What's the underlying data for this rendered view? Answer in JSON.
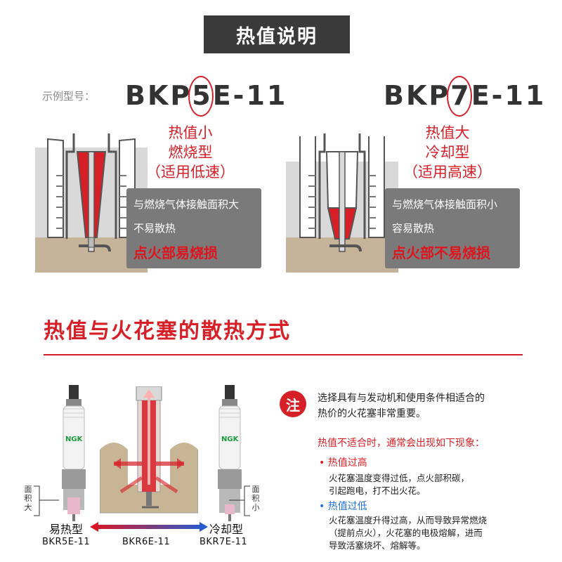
{
  "header": {
    "title": "热值说明"
  },
  "examples": {
    "label": "示例型号：",
    "left": {
      "model_prefix": "BKP",
      "model_digit": "5",
      "model_suffix": "E-11",
      "note_lines": [
        "热值小",
        "燃烧型",
        "（适用低速）"
      ],
      "box_line1": "与燃烧气体接触面积大",
      "box_line2": "不易散热",
      "box_warn": "点火部易烧损"
    },
    "right": {
      "model_prefix": "BKP",
      "model_digit": "7",
      "model_suffix": "E-11",
      "note_lines": [
        "热值大",
        "冷却型",
        "（适用高速）"
      ],
      "box_line1": "与燃烧气体接触面积小",
      "box_line2": "容易散热",
      "box_warn": "点火部不易烧损"
    }
  },
  "section": {
    "title": "热值与火花塞的散热方式"
  },
  "diagram": {
    "brand": "NGK",
    "side_left": [
      "面",
      "积",
      "大"
    ],
    "side_right": [
      "面",
      "积",
      "小"
    ],
    "hot_label": "易热型",
    "cold_label": "冷却型",
    "codes": [
      "BKR5E-11",
      "BKR6E-11",
      "BKR7E-11"
    ]
  },
  "notes": {
    "badge": "注",
    "intro_line1": "选择具有与发动机和使用条件相适合的",
    "intro_line2": "热价的火花塞非常重要。",
    "warning": "热值不适合时，通常会出现如下现象：",
    "high": {
      "title": "• 热值过高",
      "line1": "火花塞温度变得过低，点火部积碳，",
      "line2": "引起跑电，打不出火花。"
    },
    "low": {
      "title": "• 热值过低",
      "line1": "火花塞温度升得过高，从而导致异常燃烧",
      "line2": "（提前点火），火花塞的电极熔解，进而",
      "line3": "导致活塞烧坏、熔解等。"
    }
  },
  "colors": {
    "accent": "#d61f26",
    "blue": "#1f6fd6",
    "dark": "#3a3a3a",
    "gray_box": "#7a7a7a",
    "ground": "#c6b49a"
  }
}
